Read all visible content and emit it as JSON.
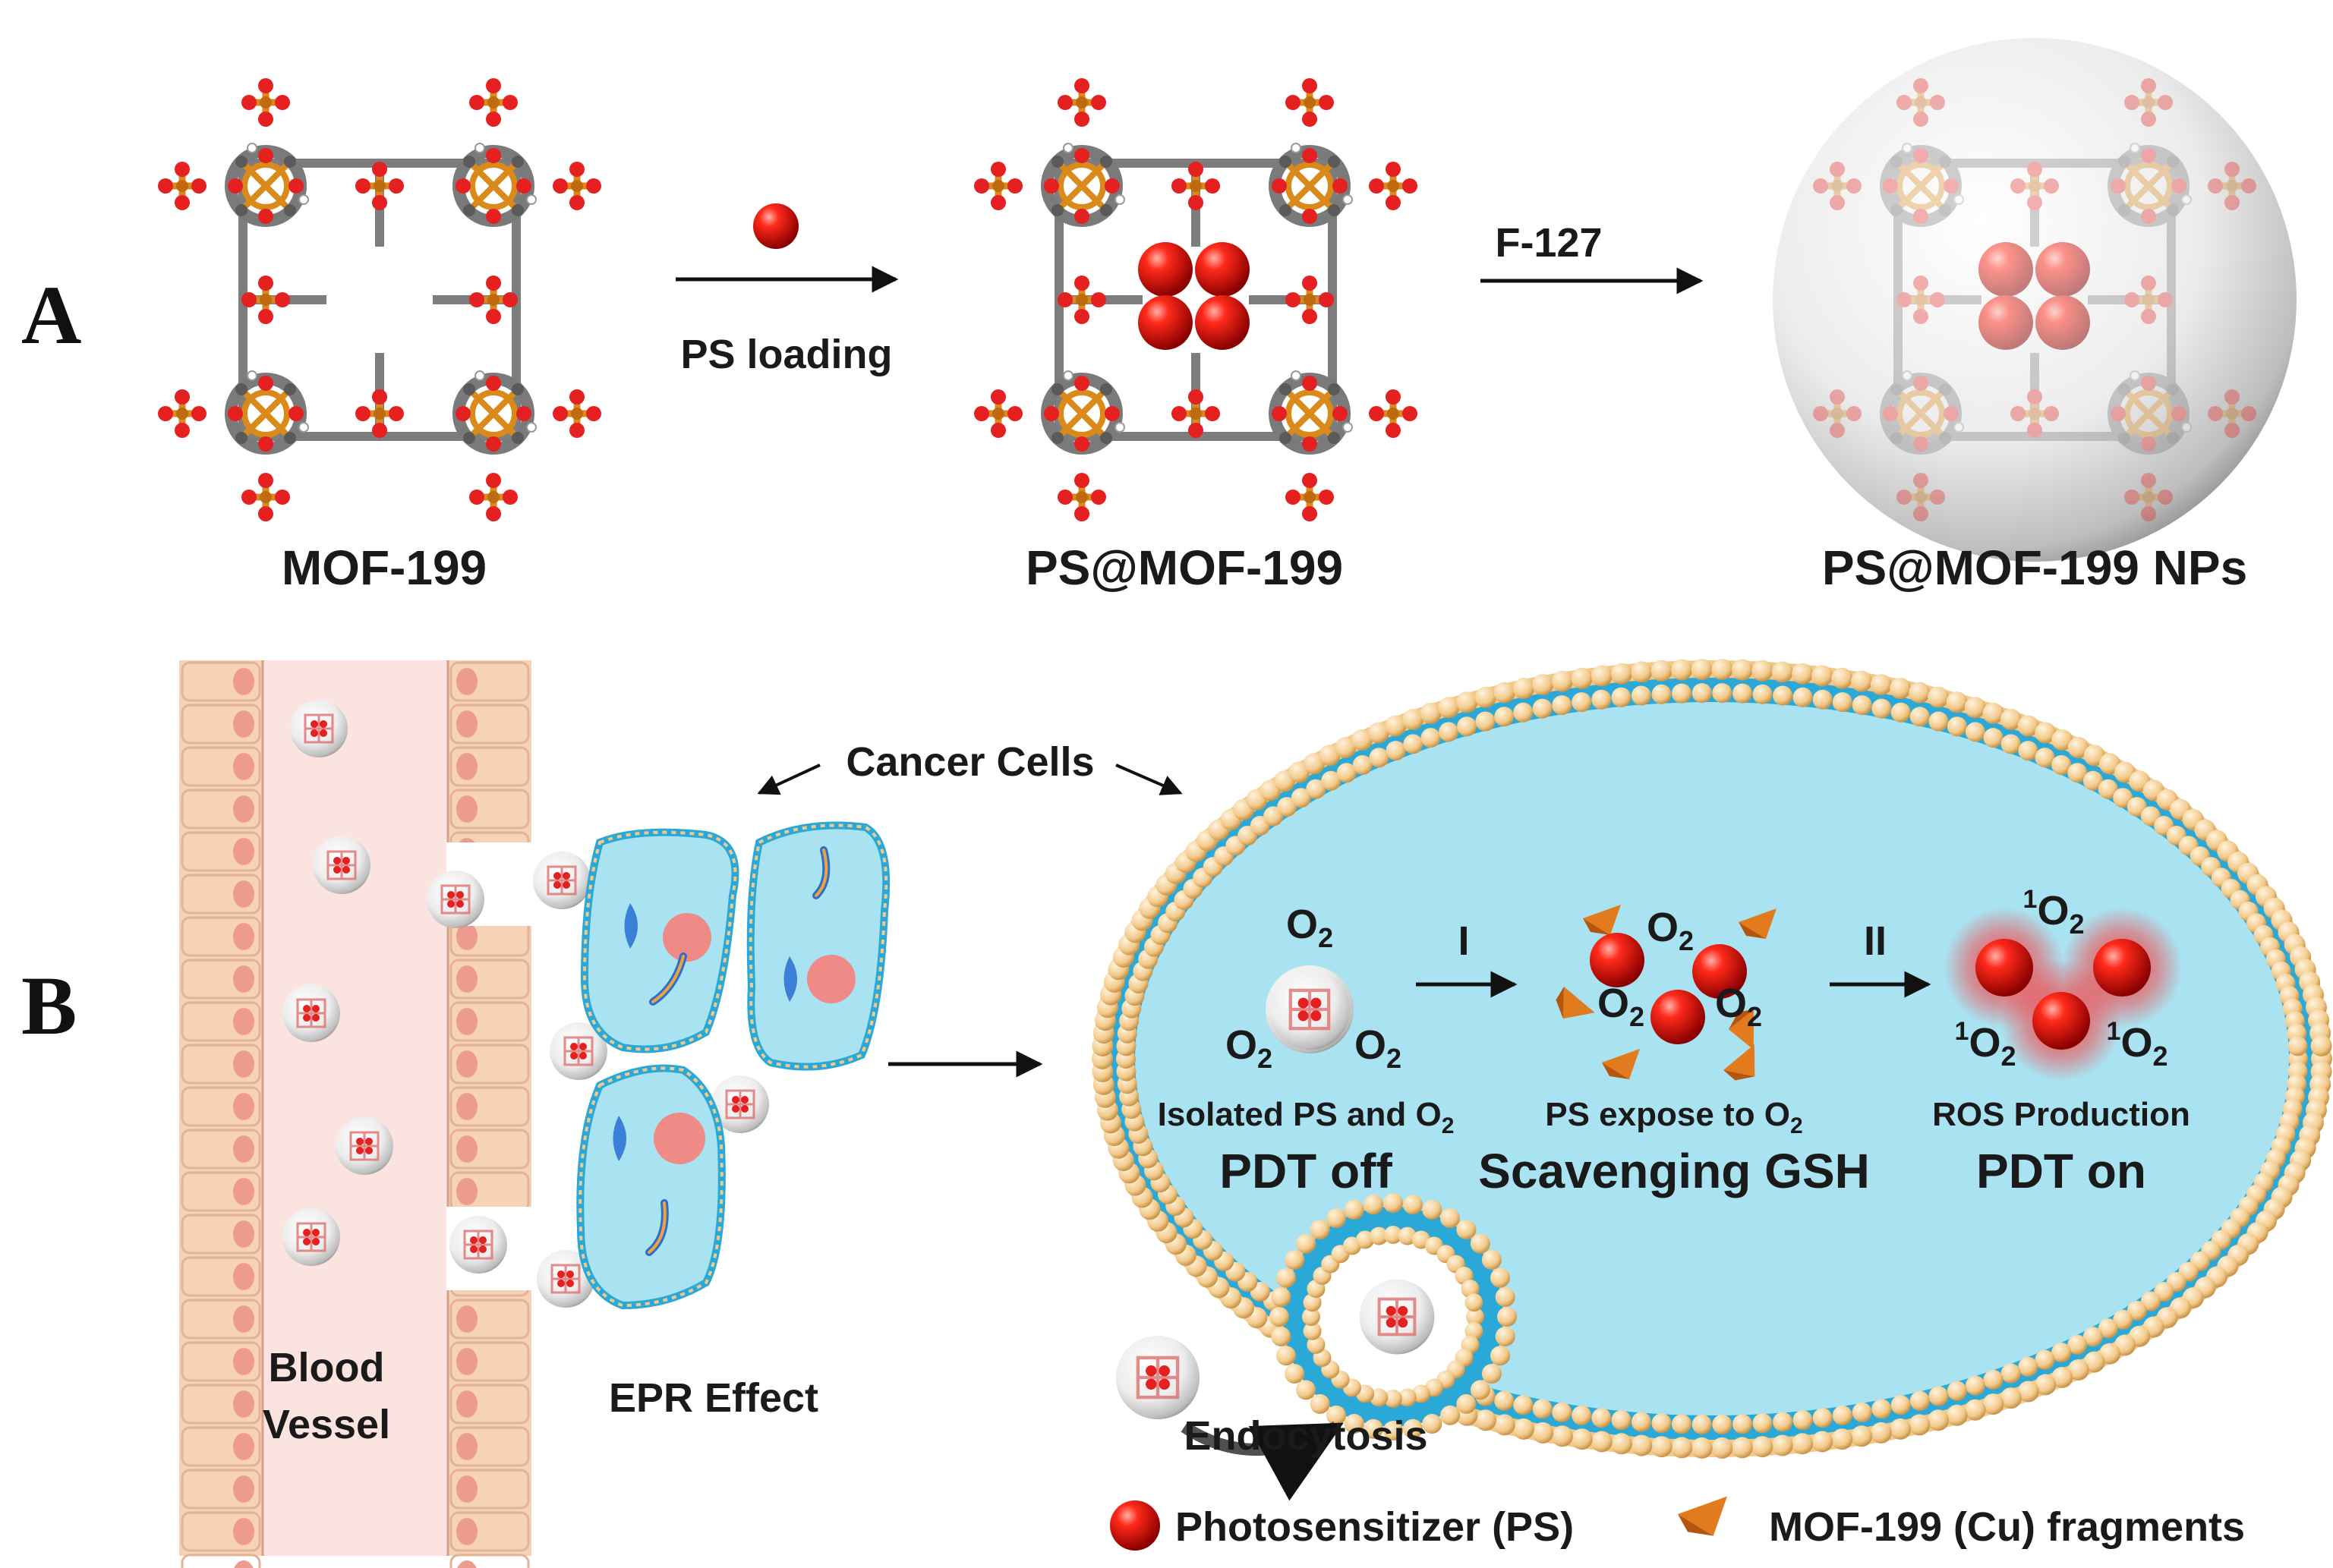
{
  "panelA": {
    "letter": "A",
    "mof_label": "MOF-199",
    "ps_loading": "PS loading",
    "ps_mof_label": "PS@MOF-199",
    "f127": "F-127",
    "np_label": "PS@MOF-199 NPs"
  },
  "panelB": {
    "letter": "B",
    "cancer_cells": "Cancer Cells",
    "blood_vessel_line1": "Blood",
    "blood_vessel_line2": "Vessel",
    "epr_effect": "EPR Effect",
    "endocytosis": "Endocytosis",
    "o2": "O",
    "o2_sub": "2",
    "singlet_sup": "1",
    "step1_label": "I",
    "step2_label": "II",
    "stage1_line1": "Isolated PS and O",
    "stage1_line2": "PDT off",
    "stage2_line1": "PS expose to O",
    "stage2_line2": "Scavenging GSH",
    "stage3_line1": "ROS Production",
    "stage3_line2": "PDT on"
  },
  "legend": {
    "ps": "Photosensitizer (PS)",
    "fragments": "MOF-199 (Cu) fragments"
  },
  "colors": {
    "ps_red": "#e01010",
    "copper": "#d98a1a",
    "oxygen": "#e52020",
    "carbon": "#6e6e6e",
    "cytoplasm": "#a9e3f2",
    "membrane_bead": "#f2c98a",
    "membrane_blue": "#2aa9d8",
    "vessel_pink": "#fbe3e0",
    "endothelium": "#f6d2b6",
    "nucleus": "#ef8a86"
  }
}
